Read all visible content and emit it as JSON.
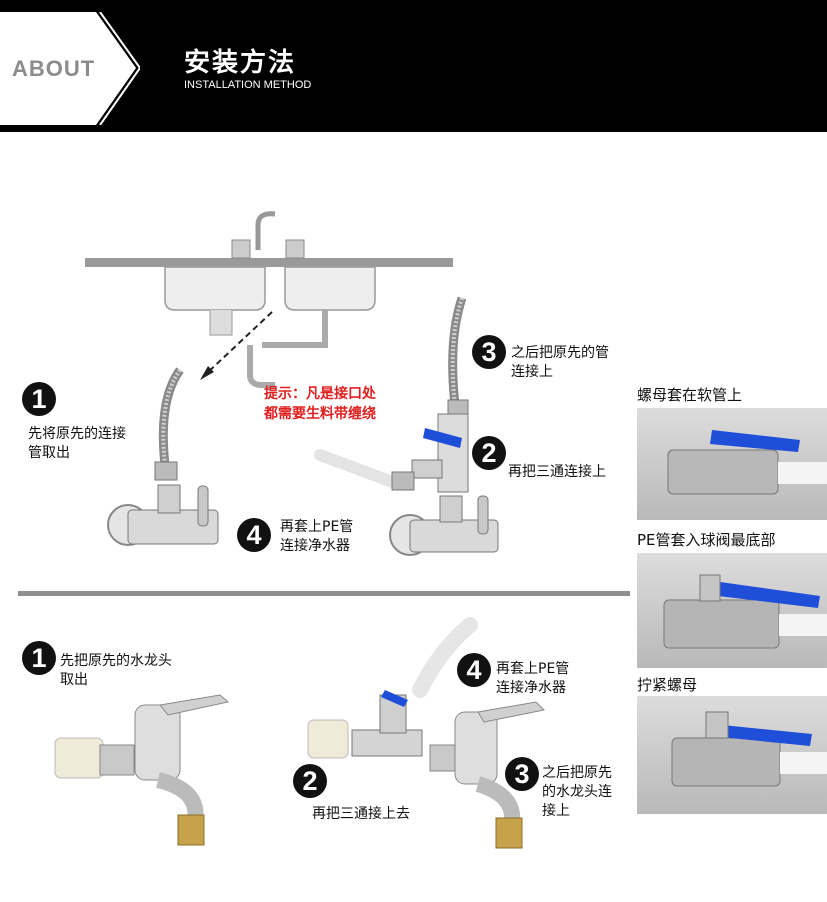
{
  "header": {
    "about_label": "ABOUT",
    "title_cn": "安装方法",
    "title_en": "INSTALLATION METHOD"
  },
  "section1": {
    "tip": "提示：凡是接口处\n都需要生料带缠绕",
    "steps": [
      {
        "num": "1",
        "text": "先将原先的连接\n管取出"
      },
      {
        "num": "2",
        "text": "再把三通连接上"
      },
      {
        "num": "3",
        "text": "之后把原先的管\n连接上"
      },
      {
        "num": "4",
        "text": "再套上PE管\n连接净水器"
      }
    ]
  },
  "section2": {
    "steps": [
      {
        "num": "1",
        "text": "先把原先的水龙头\n取出"
      },
      {
        "num": "2",
        "text": "再把三通接上去"
      },
      {
        "num": "3",
        "text": "之后把原先\n的水龙头连\n接上"
      },
      {
        "num": "4",
        "text": "再套上PE管\n连接净水器"
      }
    ]
  },
  "side_photos": [
    {
      "caption": "螺母套在软管上"
    },
    {
      "caption": "PE管套入球阀最底部"
    },
    {
      "caption": "拧紧螺母"
    }
  ],
  "colors": {
    "header_bg": "#000000",
    "tip_red": "#e02020",
    "valve_blue": "#1f4fd8",
    "divider": "#8f8f8f"
  }
}
